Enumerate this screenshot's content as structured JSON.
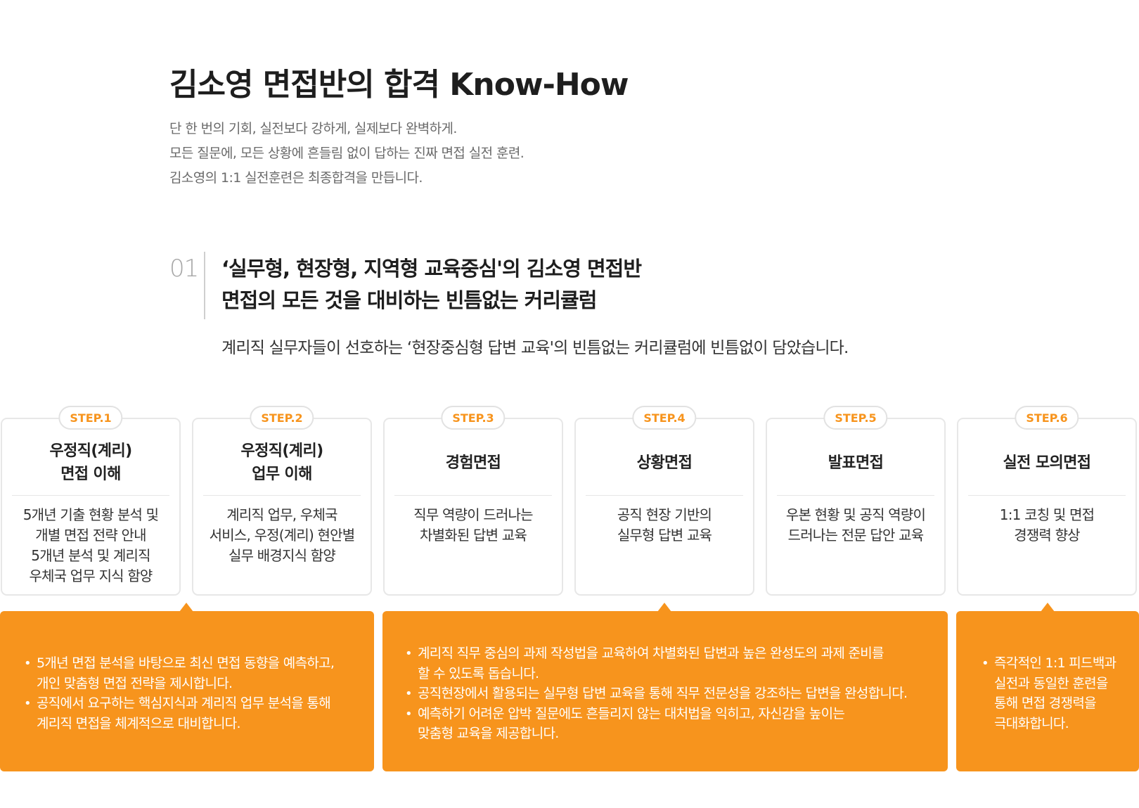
{
  "header": {
    "title": "김소영 면접반의 합격 Know-How",
    "intro": [
      "단 한 번의 기회, 실전보다 강하게, 실제보다 완벽하게.",
      "모든 질문에, 모든 상황에 흔들림 없이 답하는 진짜 면접 실전 훈련.",
      "김소영의 1:1 실전훈련은 최종합격을 만듭니다."
    ]
  },
  "section": {
    "number": "01",
    "heading": [
      "‘실무형, 현장형, 지역형 교육중심'의 김소영 면접반",
      "면접의 모든 것을 대비하는 빈틈없는 커리큘럼"
    ],
    "description": "계리직 실무자들이 선호하는 ‘현장중심형 답변 교육'의 빈틈없는 커리큘럼에 빈틈없이 담았습니다."
  },
  "steps": [
    {
      "badge": "STEP.1",
      "title": [
        "우정직(계리)",
        "면접 이해"
      ],
      "desc": [
        "5개년 기출 현황 분석 및",
        "개별 면접 전략 안내",
        "5개년 분석 및 계리직",
        "우체국 업무 지식 함양"
      ]
    },
    {
      "badge": "STEP.2",
      "title": [
        "우정직(계리)",
        "업무 이해"
      ],
      "desc": [
        "계리직 업무, 우체국",
        "서비스, 우정(계리) 현안별",
        "실무 배경지식 함양"
      ]
    },
    {
      "badge": "STEP.3",
      "title": [
        "경험면접"
      ],
      "desc": [
        "직무 역량이 드러나는",
        "차별화된 답변 교육"
      ]
    },
    {
      "badge": "STEP.4",
      "title": [
        "상황면접"
      ],
      "desc": [
        "공직 현장 기반의",
        "실무형 답변 교육"
      ]
    },
    {
      "badge": "STEP.5",
      "title": [
        "발표면접"
      ],
      "desc": [
        "우본 현황 및 공직 역량이",
        "드러나는 전문 답안 교육"
      ]
    },
    {
      "badge": "STEP.6",
      "title": [
        "실전 모의면접"
      ],
      "desc": [
        "1:1 코칭 및 면접",
        "경쟁력 향상"
      ]
    }
  ],
  "details": [
    {
      "bullets": [
        [
          "5개년 면접 분석을 바탕으로 최신 면접 동향을 예측하고,",
          "개인 맞춤형 면접 전략을 제시합니다."
        ],
        [
          "공직에서 요구하는 핵심지식과 계리직 업무 분석을 통해",
          "계리직 면접을 체계적으로 대비합니다."
        ]
      ]
    },
    {
      "bullets": [
        [
          "계리직 직무 중심의 과제 작성법을 교육하여 차별화된 답변과 높은 완성도의 과제 준비를",
          "할 수 있도록 돕습니다."
        ],
        [
          "공직현장에서 활용되는 실무형 답변 교육을 통해 직무 전문성을 강조하는 답변을 완성합니다."
        ],
        [
          "예측하기 어려운 압박 질문에도 흔들리지 않는 대처법을 익히고, 자신감을 높이는",
          "맞춤형 교육을 제공합니다."
        ]
      ]
    },
    {
      "bullets": [
        [
          "즉각적인 1:1 피드백과",
          "실전과 동일한 훈련을",
          "통해 면접 경쟁력을",
          "극대화합니다."
        ]
      ]
    }
  ],
  "colors": {
    "accent": "#f7941d",
    "title": "#1e1e1e",
    "muted": "#6a6a6a",
    "border": "#e7e7e7"
  }
}
